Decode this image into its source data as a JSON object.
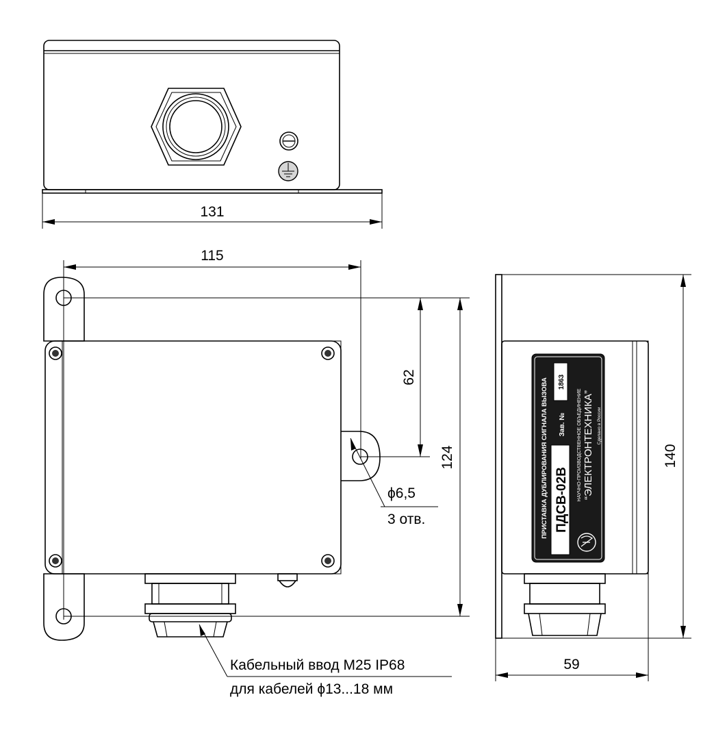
{
  "dimensions": {
    "top_width": "131",
    "front_width": "115",
    "hole_spacing": "62",
    "front_height": "124",
    "side_height": "140",
    "side_width": "59"
  },
  "annotations": {
    "hole_diameter": "ϕ6,5",
    "hole_count": "3 отв.",
    "cable_entry_line1": "Кабельный ввод М25 IP68",
    "cable_entry_line2": "для кабелей ϕ13...18 мм"
  },
  "nameplate": {
    "product_title": "ПРИСТАВКА ДУБЛИРОВАНИЯ СИГНАЛА ВЫЗОВА",
    "model": "ПДСВ-02В",
    "serial_label": "Зав. №",
    "serial_number": "1863",
    "org_type": "НАУЧНО-ПРОИЗВОДСТВЕННОЕ ОБЪЕДИНЕНИЕ",
    "org_name": "“ЭЛЕКТРОНТЕХНИКА”",
    "made_in": "Сделано в России"
  },
  "icons": [
    "ground-icon",
    "screw-icon",
    "logo-icon"
  ]
}
